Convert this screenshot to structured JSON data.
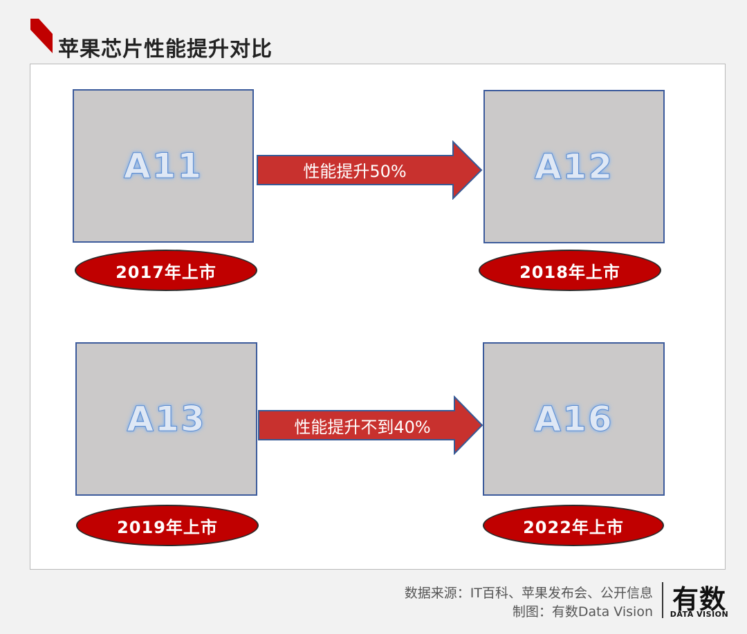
{
  "title": "苹果芯片性能提升对比",
  "chips": [
    {
      "name": "A11",
      "release": "2017年上市"
    },
    {
      "name": "A12",
      "release": "2018年上市"
    },
    {
      "name": "A13",
      "release": "2019年上市"
    },
    {
      "name": "A16",
      "release": "2022年上市"
    }
  ],
  "arrows": [
    {
      "label": "性能提升50%"
    },
    {
      "label": "性能提升不到40%"
    }
  ],
  "footer": {
    "source": "数据来源：IT百科、苹果发布会、公开信息",
    "made_by": "制图：有数Data Vision",
    "logo_text": "有数",
    "logo_sub": "DATA VISION"
  },
  "colors": {
    "accent_red": "#c00000",
    "arrow_red": "#c8312e",
    "chip_gray": "#cbc9c9",
    "chip_border": "#3b5a9b"
  }
}
